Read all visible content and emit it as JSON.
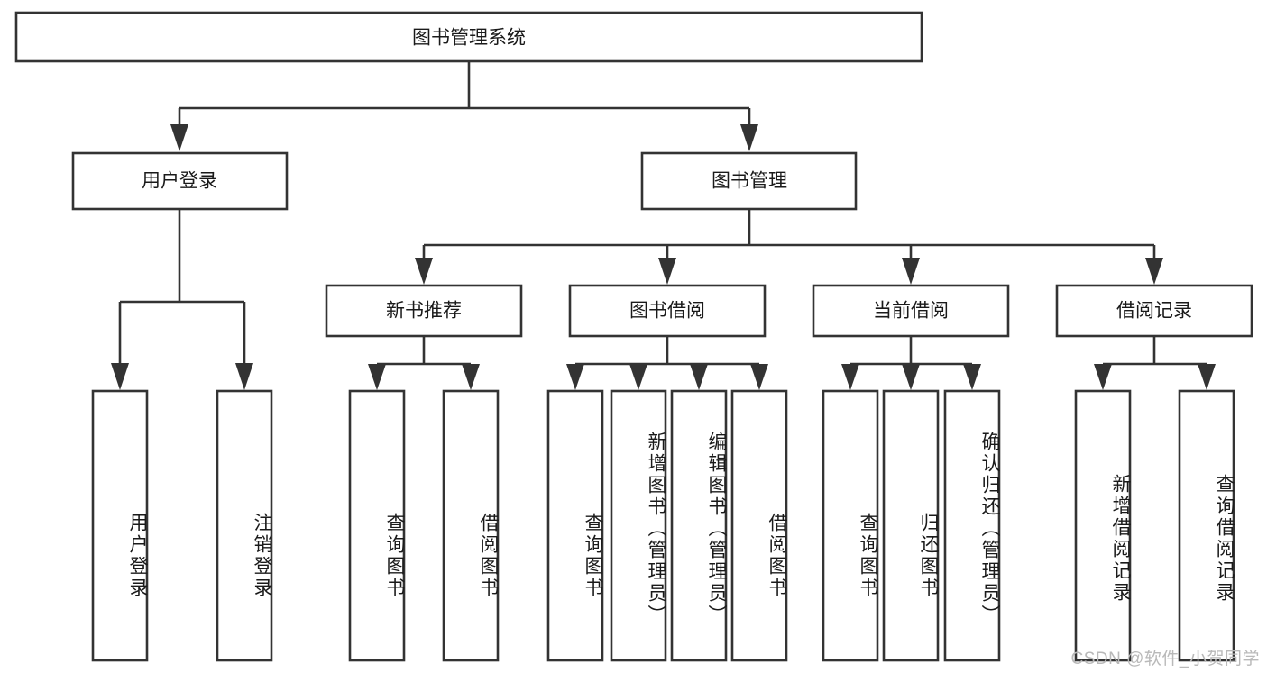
{
  "diagram": {
    "type": "hierarchy-tree",
    "title": "图书管理系统",
    "orientation": "top-down",
    "colors": {
      "box_stroke": "#333333",
      "box_fill": "#ffffff",
      "connector": "#333333",
      "text": "#1a1a1a",
      "watermark": "#b9b9b9",
      "background": "#ffffff"
    },
    "root": {
      "label": "图书管理系统"
    },
    "level2": [
      {
        "label": "用户登录"
      },
      {
        "label": "图书管理"
      }
    ],
    "level3": [
      {
        "label": "新书推荐"
      },
      {
        "label": "图书借阅"
      },
      {
        "label": "当前借阅"
      },
      {
        "label": "借阅记录"
      }
    ],
    "leaves": {
      "user_login": [
        {
          "label": "用户登录"
        },
        {
          "label": "注销登录"
        }
      ],
      "new_book_rec": [
        {
          "label": "查询图书"
        },
        {
          "label": "借阅图书"
        }
      ],
      "book_borrow": [
        {
          "label": "查询图书"
        },
        {
          "label": "新增图书（管理员）"
        },
        {
          "label": "编辑图书（管理员）"
        },
        {
          "label": "借阅图书"
        }
      ],
      "current_borrow": [
        {
          "label": "查询图书"
        },
        {
          "label": "归还图书"
        },
        {
          "label": "确认归还（管理员）"
        }
      ],
      "borrow_record": [
        {
          "label": "新增借阅记录"
        },
        {
          "label": "查询借阅记录"
        }
      ]
    }
  },
  "watermark": {
    "text": "CSDN @软件_小贺同学"
  }
}
